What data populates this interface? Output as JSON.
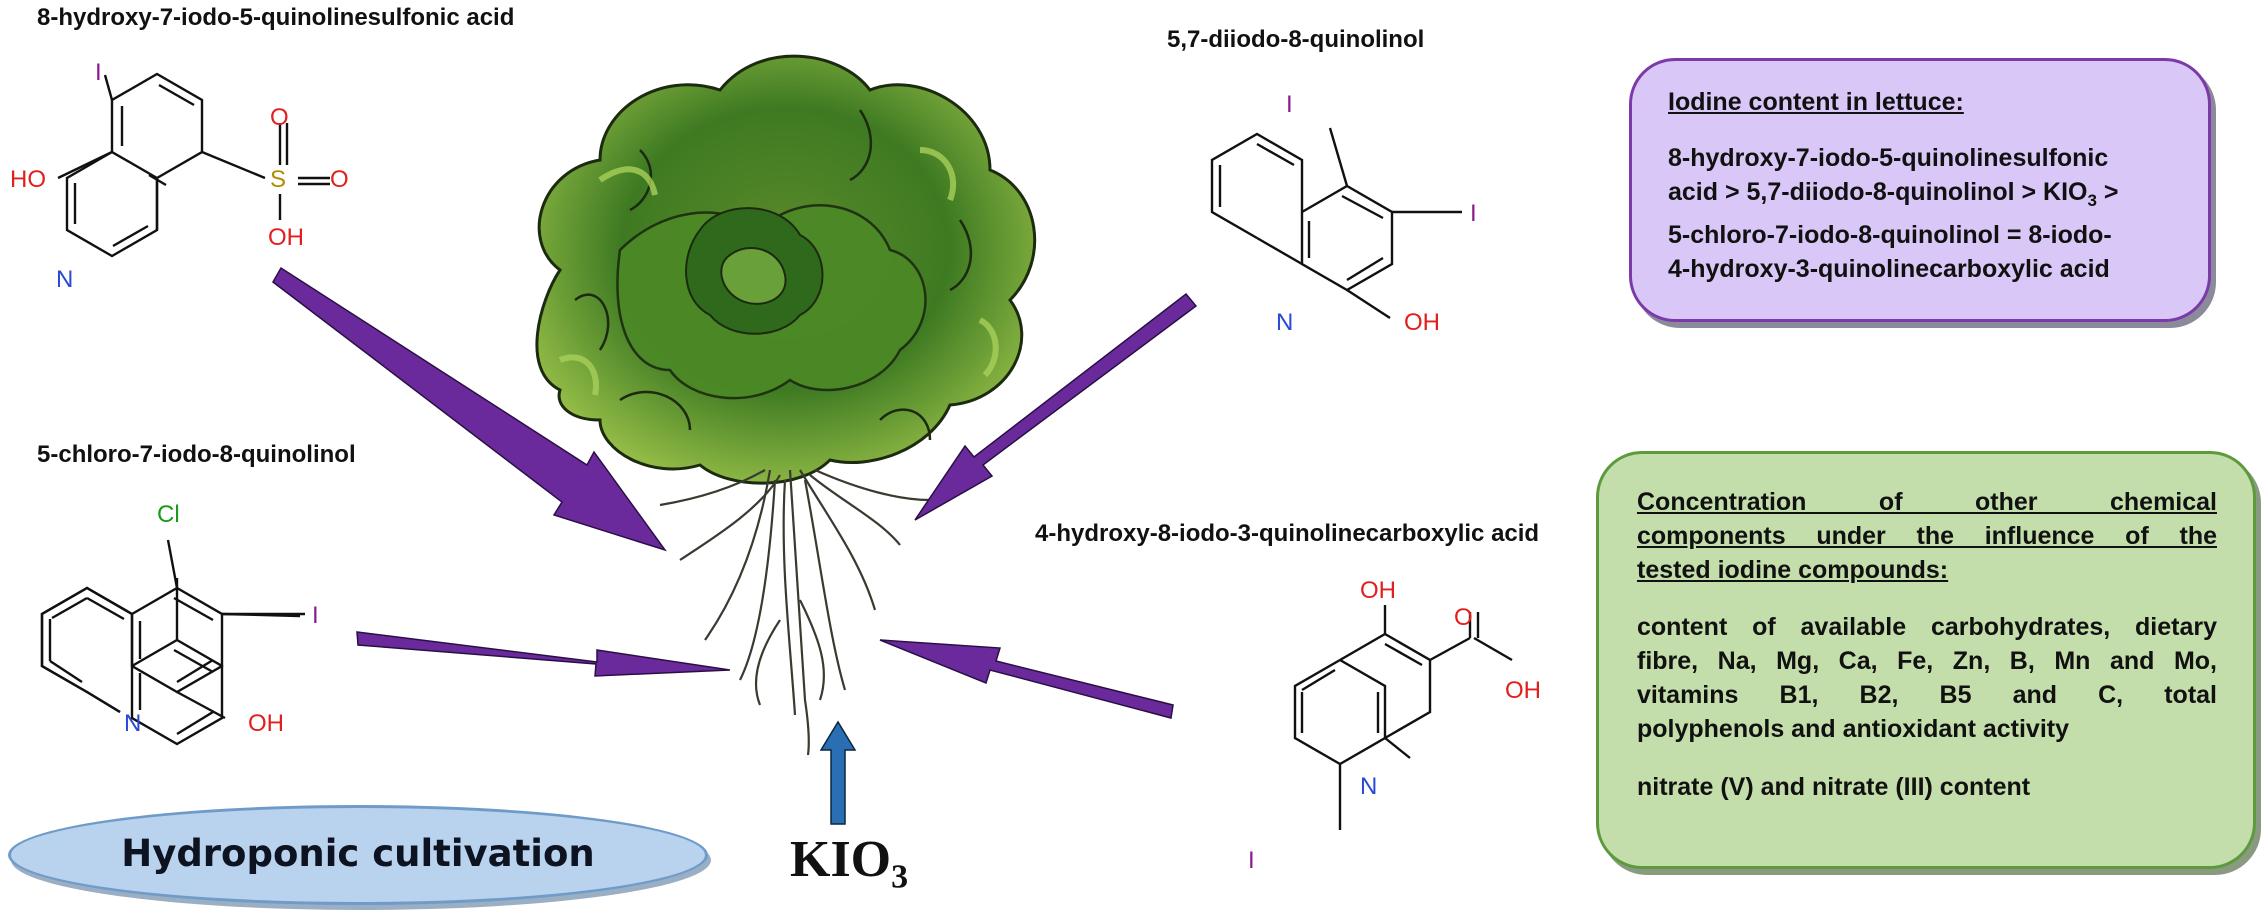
{
  "compounds": {
    "c1": {
      "name": "8-hydroxy-7-iodo-5-quinolinesulfonic acid",
      "atoms": {
        "i": "I",
        "ho": "HO",
        "n": "N",
        "s": "S",
        "o1": "O",
        "o2": "O",
        "oh": "OH"
      }
    },
    "c2": {
      "name": "5,7-diiodo-8-quinolinol",
      "atoms": {
        "i1": "I",
        "i2": "I",
        "n": "N",
        "oh": "OH"
      }
    },
    "c3": {
      "name": "5-chloro-7-iodo-8-quinolinol",
      "atoms": {
        "cl": "Cl",
        "i": "I",
        "n": "N",
        "oh": "OH"
      }
    },
    "c4": {
      "name": "4-hydroxy-8-iodo-3-quinolinecarboxylic acid",
      "atoms": {
        "oh1": "OH",
        "o": "O",
        "oh2": "OH",
        "n": "N",
        "i": "I"
      }
    }
  },
  "box_iodine": {
    "title": "Iodine content in lettuce:",
    "line1": "8-hydroxy-7-iodo-5-quinolinesulfonic",
    "line2a": "acid > 5,7-diiodo-8-quinolinol > KIO",
    "line2sub": "3",
    "line2b": " >",
    "line3": "5-chloro-7-iodo-8-quinolinol  =  8-iodo-",
    "line4": "4-hydroxy-3-quinolinecarboxylic acid"
  },
  "box_other": {
    "title1": "Concentration of other chemical",
    "title2": "components under the influence of the",
    "title3": "tested iodine compounds:",
    "up1": "content of available carbohydrates, dietary",
    "up2": "fibre, Na, Mg, Ca, Fe, Zn, B, Mn and Mo,",
    "up3": "vitamins B1, B2, B5 and C, total",
    "up4": "polyphenols and antioxidant activity",
    "down": "nitrate (V) and nitrate (III) content"
  },
  "cultivation": "Hydroponic cultivation",
  "kio3": {
    "main": "KIO",
    "sub": "3"
  },
  "colors": {
    "arrow_purple": "#6a2a9c",
    "arrow_blue": "#2a6fb3",
    "arrow_green": "#1aa84a",
    "heteroatom_oxygen": "#e0201e",
    "heteroatom_nitrogen": "#2a48d8",
    "heteroatom_iodine": "#8b1a8b",
    "heteroatom_chlorine": "#1a9a1a",
    "heteroatom_sulfur": "#b38b00"
  }
}
